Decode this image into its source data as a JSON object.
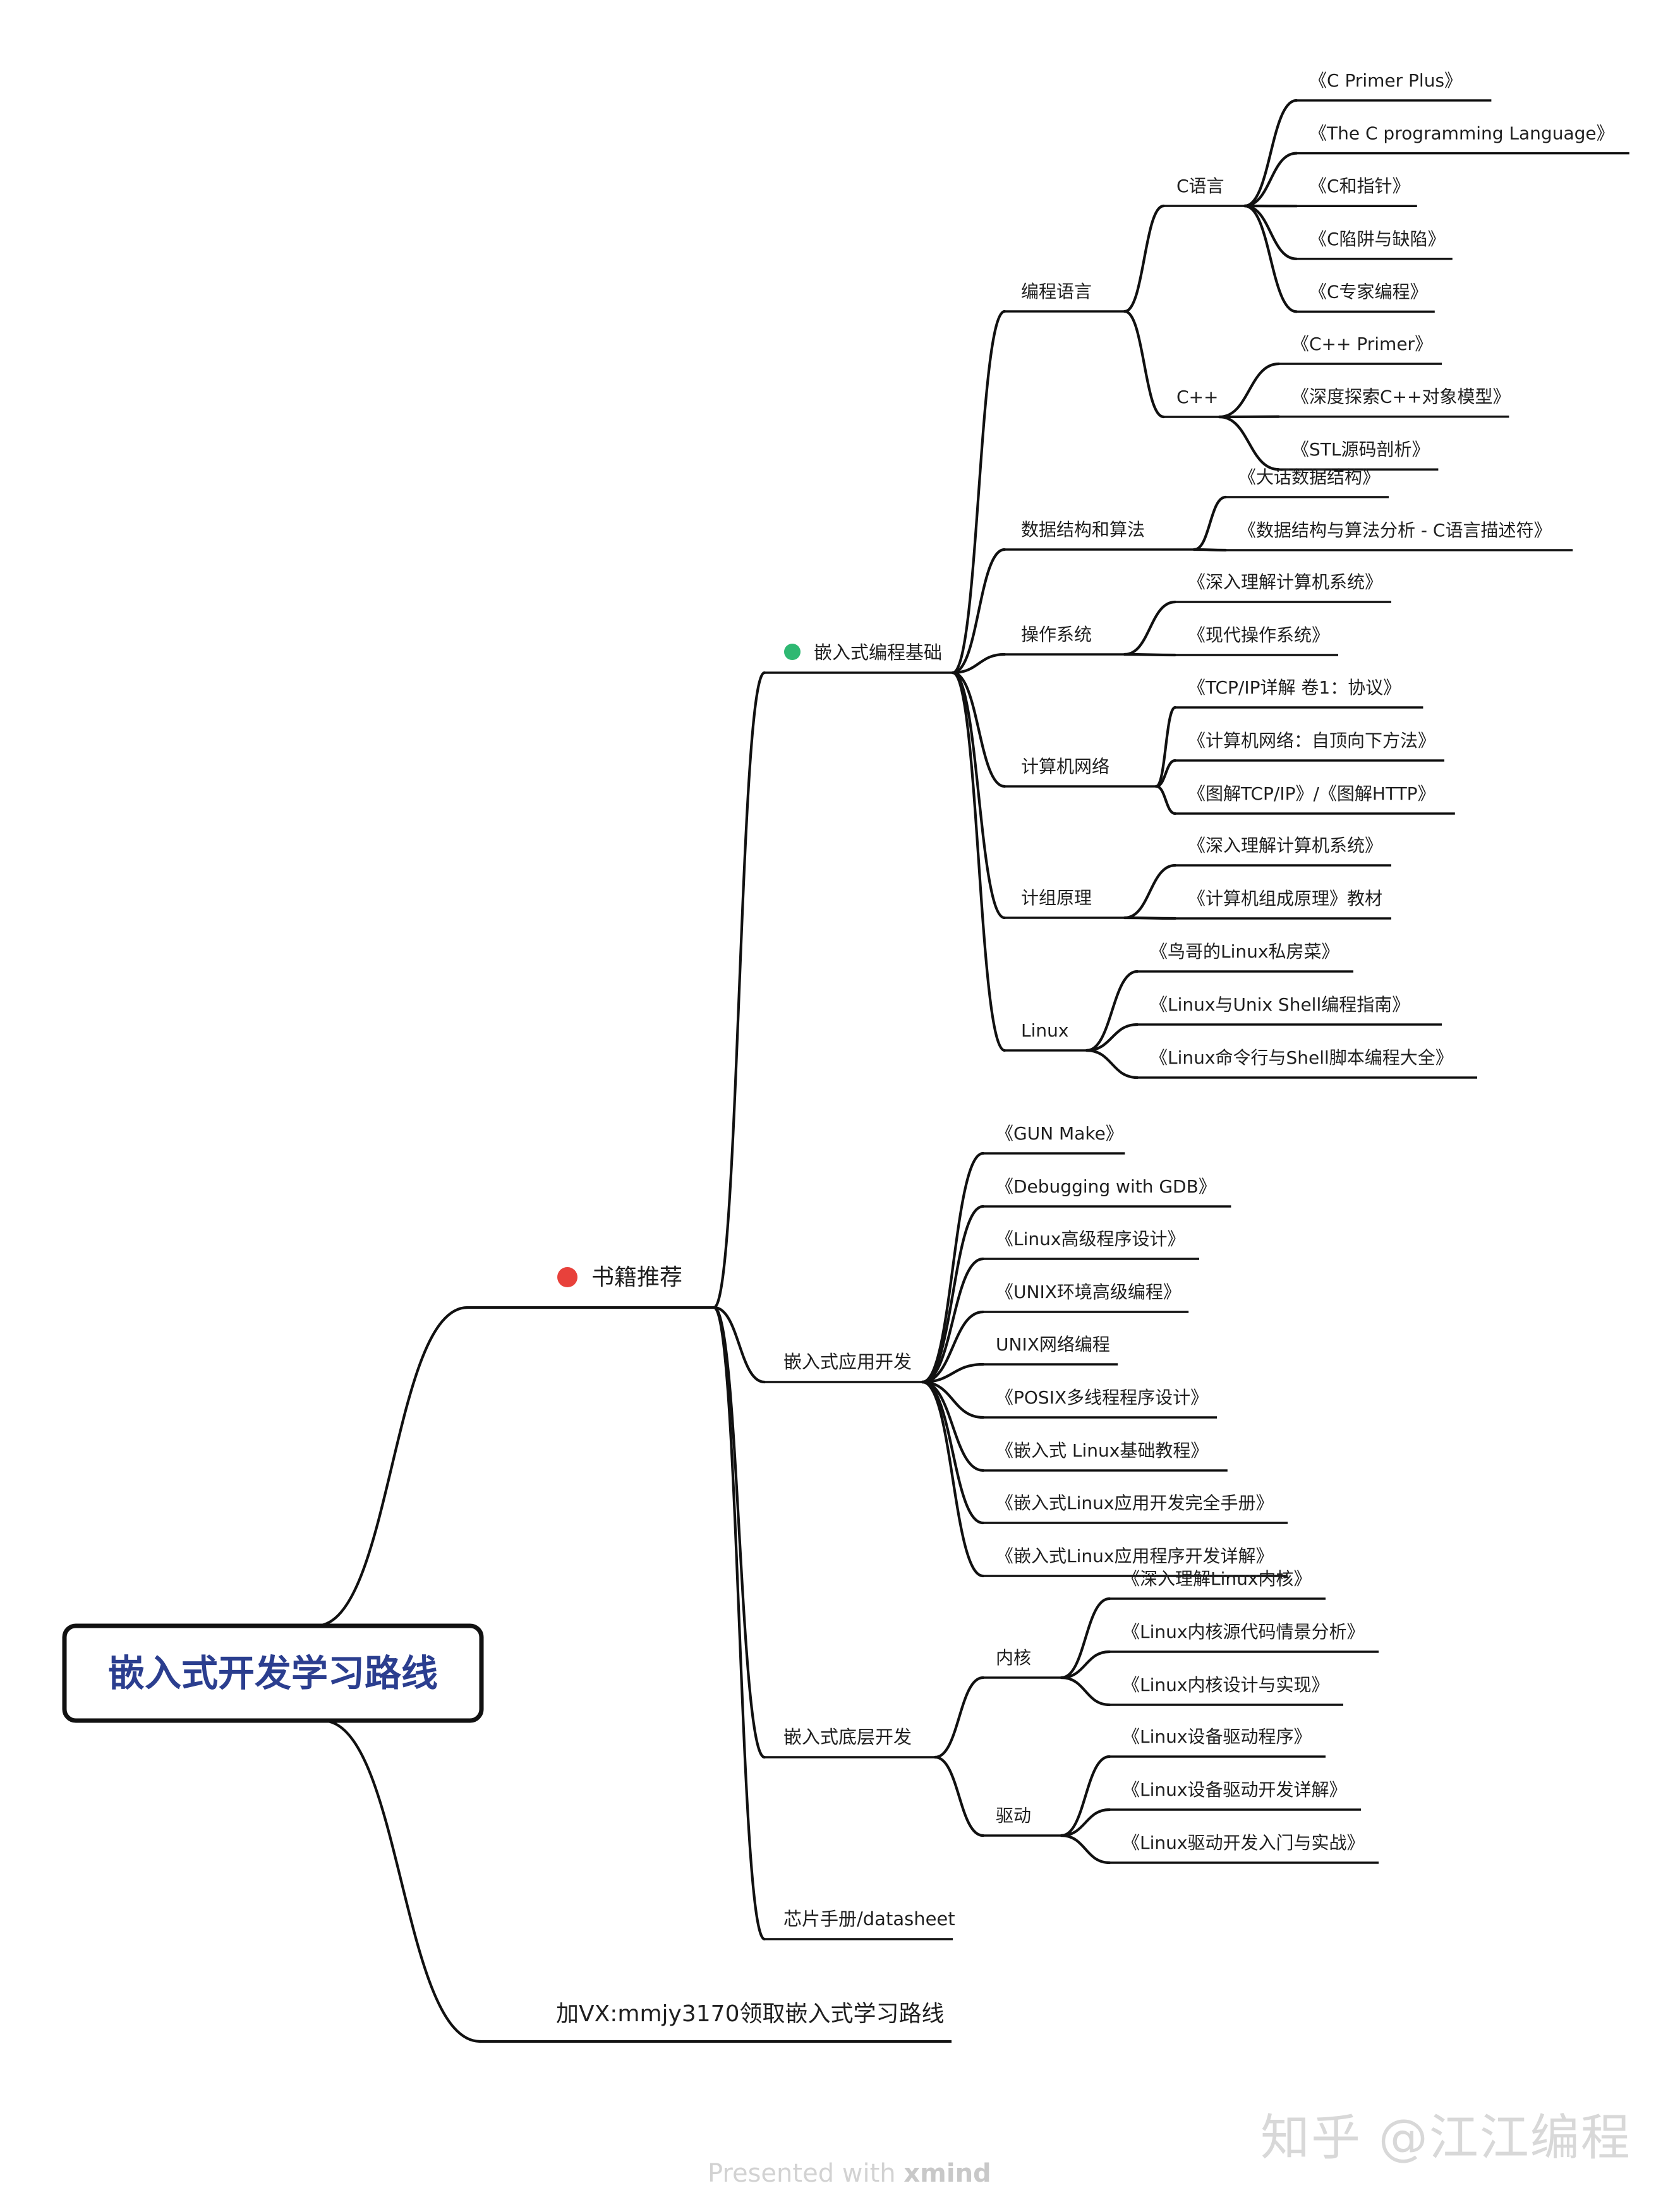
{
  "root": "嵌入式开发学习路线",
  "branches": [
    {
      "label": "书籍推荐",
      "marker_color": "#e8413b",
      "children": [
        {
          "label": "嵌入式编程基础",
          "marker_color": "#2eb872",
          "children": [
            {
              "label": "编程语言",
              "children": [
                {
                  "label": "C语言",
                  "children": [
                    {
                      "label": "《C Primer Plus》"
                    },
                    {
                      "label": "《The C programming Language》"
                    },
                    {
                      "label": "《C和指针》"
                    },
                    {
                      "label": "《C陷阱与缺陷》"
                    },
                    {
                      "label": "《C专家编程》"
                    }
                  ]
                },
                {
                  "label": "C++",
                  "children": [
                    {
                      "label": "《C++ Primer》"
                    },
                    {
                      "label": "《深度探索C++对象模型》"
                    },
                    {
                      "label": "《STL源码剖析》"
                    }
                  ]
                }
              ]
            },
            {
              "label": "数据结构和算法",
              "children": [
                {
                  "label": "《大话数据结构》"
                },
                {
                  "label": "《数据结构与算法分析 - C语言描述符》"
                }
              ]
            },
            {
              "label": "操作系统",
              "children": [
                {
                  "label": "《深入理解计算机系统》"
                },
                {
                  "label": "《现代操作系统》"
                }
              ]
            },
            {
              "label": "计算机网络",
              "children": [
                {
                  "label": "《TCP/IP详解 卷1：协议》"
                },
                {
                  "label": "《计算机网络：自顶向下方法》"
                },
                {
                  "label": "《图解TCP/IP》/《图解HTTP》"
                }
              ]
            },
            {
              "label": "计组原理",
              "children": [
                {
                  "label": "《深入理解计算机系统》"
                },
                {
                  "label": "《计算机组成原理》教材"
                }
              ]
            },
            {
              "label": "Linux",
              "children": [
                {
                  "label": "《鸟哥的Linux私房菜》"
                },
                {
                  "label": "《Linux与Unix Shell编程指南》"
                },
                {
                  "label": "《Linux命令行与Shell脚本编程大全》"
                }
              ]
            }
          ]
        },
        {
          "label": "嵌入式应用开发",
          "children": [
            {
              "label": "《GUN Make》"
            },
            {
              "label": "《Debugging with GDB》"
            },
            {
              "label": "《Linux高级程序设计》"
            },
            {
              "label": "《UNIX环境高级编程》"
            },
            {
              "label": "UNIX网络编程"
            },
            {
              "label": "《POSIX多线程程序设计》"
            },
            {
              "label": "《嵌入式 Linux基础教程》"
            },
            {
              "label": "《嵌入式Linux应用开发完全手册》"
            },
            {
              "label": "《嵌入式Linux应用程序开发详解》"
            }
          ]
        },
        {
          "label": "嵌入式底层开发",
          "children": [
            {
              "label": "内核",
              "children": [
                {
                  "label": "《深入理解Linux内核》"
                },
                {
                  "label": "《Linux内核源代码情景分析》"
                },
                {
                  "label": "《Linux内核设计与实现》"
                }
              ]
            },
            {
              "label": "驱动",
              "children": [
                {
                  "label": "《Linux设备驱动程序》"
                },
                {
                  "label": "《Linux设备驱动开发详解》"
                },
                {
                  "label": "《Linux驱动开发入门与实战》"
                }
              ]
            }
          ]
        },
        {
          "label": "芯片手册/datasheet"
        }
      ]
    },
    {
      "label": "加VX:mmjy3170领取嵌入式学习路线"
    }
  ],
  "watermark": "知乎 @江江编程",
  "credit": {
    "prefix": "Presented with ",
    "brand": "xmind"
  }
}
